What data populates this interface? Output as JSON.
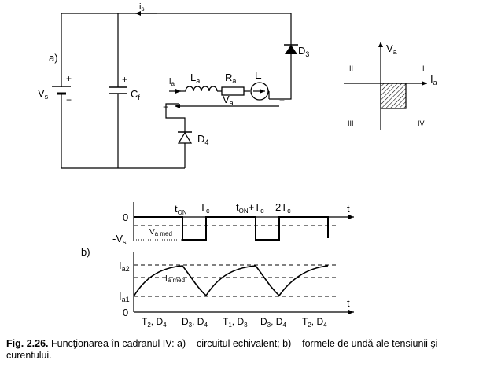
{
  "circuit": {
    "part_a_label": "a)",
    "vs_label": "V",
    "vs_sub": "s",
    "vs_plus": "+",
    "vs_minus": "−",
    "cf_label": "C",
    "cf_sub": "f",
    "cf_plus": "+",
    "is_label": "i",
    "is_sub": "s",
    "ia_label": "i",
    "ia_sub": "a",
    "la_label": "L",
    "la_sub": "a",
    "ra_label": "R",
    "ra_sub": "a",
    "e_label": "E",
    "va_label": "V",
    "va_sub": "a",
    "va_minus": "−",
    "va_plus": "+",
    "d3_label": "D",
    "d3_sub": "3",
    "d4_label": "D",
    "d4_sub": "4"
  },
  "quadrant": {
    "y_label": "V",
    "y_sub": "a",
    "x_label": "I",
    "x_sub": "a",
    "q1": "I",
    "q2": "II",
    "q3": "III",
    "q4": "IV"
  },
  "waveforms": {
    "part_b_label": "b)",
    "t_axis_top": "t",
    "t_axis_bottom": "t",
    "zero_top": "0",
    "neg_vs": "-V",
    "neg_vs_sub": "s",
    "va_med": "V",
    "va_med_sub": "a med",
    "ia_med": "I",
    "ia_med_sub": "a med",
    "ia2": "I",
    "ia2_sub": "a2",
    "ia1": "I",
    "ia1_sub": "a1",
    "zero_bottom": "0",
    "t_on": "t",
    "t_on_sub": "ON",
    "tc": "T",
    "tc_sub": "c",
    "t_on_tc": "t",
    "t_on_tc_sub": "ON",
    "t_on_tc_rest": "+T",
    "t_on_tc_sub2": "c",
    "two_tc": "2T",
    "two_tc_sub": "c",
    "intervals": [
      {
        "main": "T",
        "sub": "2",
        "rest": ", D",
        "sub2": "4"
      },
      {
        "main": "D",
        "sub": "3",
        "rest": ", D",
        "sub2": "4"
      },
      {
        "main": "T",
        "sub": "1",
        "rest": ", D",
        "sub2": "3"
      },
      {
        "main": "D",
        "sub": "3",
        "rest": ", D",
        "sub2": "4"
      },
      {
        "main": "T",
        "sub": "2",
        "rest": ", D",
        "sub2": "4"
      }
    ]
  },
  "caption": {
    "label": "Fig. 2.26.",
    "text": "Funcţionarea în cadranul IV: a) – circuitul echivalent; b) – formele de undă ale tensiunii şi curentului."
  }
}
